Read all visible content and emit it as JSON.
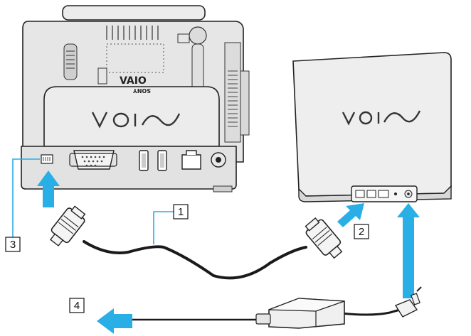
{
  "callouts": [
    {
      "id": "1",
      "label": "1"
    },
    {
      "id": "2",
      "label": "2"
    },
    {
      "id": "3",
      "label": "3"
    },
    {
      "id": "4",
      "label": "4"
    }
  ],
  "brand": {
    "logo_main": "VAIO",
    "logo_small": "SONY"
  },
  "colors": {
    "arrow": "#29aee6",
    "outline": "#222222",
    "device_fill": "#e9e9e9",
    "device_shade": "#cfcfcf",
    "cable": "#1a1a1a"
  }
}
